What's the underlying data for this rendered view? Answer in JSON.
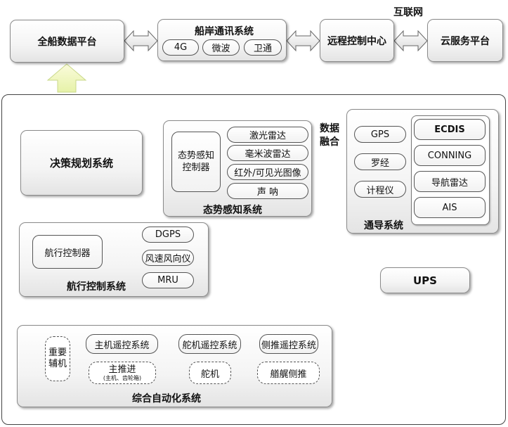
{
  "top": {
    "ship_data_platform": "全船数据平台",
    "ship_shore_comm": "船岸通讯系统",
    "comm_options": [
      "4G",
      "微波",
      "卫通"
    ],
    "remote_control_center": "远程控制中心",
    "internet": "互联网",
    "cloud_platform": "云服务平台"
  },
  "decision": {
    "title": "决策规划系统"
  },
  "situation": {
    "controller": "态势感知控制器",
    "sensors": [
      "激光雷达",
      "毫米波雷达",
      "红外/可见光图像",
      "声 呐"
    ],
    "title": "态势感知系统"
  },
  "data_fusion": "数据融合",
  "navigation": {
    "left": [
      "GPS",
      "罗经",
      "计程仪"
    ],
    "right": [
      "ECDIS",
      "CONNING",
      "导航雷达",
      "AIS"
    ],
    "title": "通导系统"
  },
  "nav_control": {
    "controller": "航行控制器",
    "sensors": [
      "DGPS",
      "风速风向仪",
      "MRU"
    ],
    "title": "航行控制系统"
  },
  "ups": "UPS",
  "automation": {
    "important_aux": "重要辅机",
    "main_engine_remote": "主机遥控系统",
    "main_propulsion": "主推进",
    "main_propulsion_note": "(主机、齿轮箱)",
    "steering_remote": "舵机遥控系统",
    "steering_gear": "舵机",
    "side_thrust_remote": "侧推遥控系统",
    "bow_stern_thrust": "艏艉侧推",
    "title": "综合自动化系统"
  }
}
